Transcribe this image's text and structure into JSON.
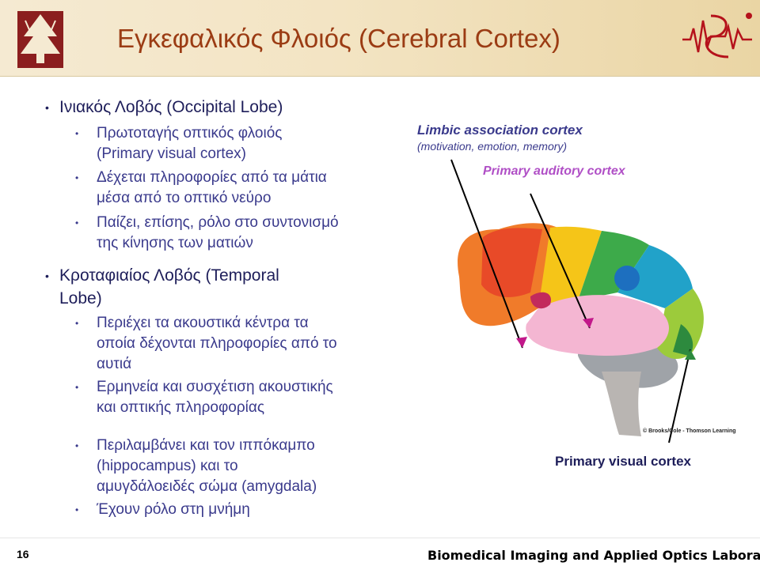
{
  "slide": {
    "title": "Εγκεφαλικός Φλοιός (Cerebral Cortex)",
    "sections": [
      {
        "heading": "Ινιακός Λοβός (Occipital Lobe)",
        "bullets": [
          {
            "line1": "Πρωτοταγής οπτικός φλοιός",
            "line2": "(Primary visual cortex)"
          },
          {
            "line1": "Δέχεται πληροφορίες από τα μάτια",
            "line2": "μέσα από το οπτικό νεύρο"
          },
          {
            "line1": "Παίζει, επίσης, ρόλο στο συντονισμό",
            "line2": "της κίνησης των ματιών"
          }
        ]
      },
      {
        "heading_line1": "Κροταφιαίος Λοβός (Temporal",
        "heading_line2": "Lobe)",
        "bullets": [
          {
            "line1": "Περιέχει τα ακουστικά κέντρα τα",
            "line2": "οποία δέχονται πληροφορίες από το",
            "line3": "αυτιά"
          },
          {
            "line1": "Ερμηνεία και συσχέτιση ακουστικής",
            "line2": "και οπτικής πληροφορίας"
          },
          {
            "line1": "Περιλαμβάνει και τον ιππόκαμπο",
            "line2": "(hippocampus) και το",
            "line3": "αμυγδάλοειδές σώμα (amygdala)"
          },
          {
            "line1": "Έχουν ρόλο στη μνήμη"
          }
        ]
      }
    ],
    "figure": {
      "label_limbic": "Limbic association cortex",
      "label_limbic_sub": "(motivation, emotion, memory)",
      "label_auditory": "Primary auditory cortex",
      "label_visual": "Primary visual cortex",
      "credit": "© Brooks/Cole - Thomson Learning"
    },
    "footer": {
      "page_number": "16",
      "lab_name": "Biomedical Imaging and Applied Optics Laboratory"
    }
  },
  "colors": {
    "title": "#9b3c14",
    "text_dark_blue": "#1e1e5a",
    "limbic_label": "#3a3a8c",
    "auditory_label": "#b04fc6",
    "visual_label": "#1e1e5a"
  }
}
